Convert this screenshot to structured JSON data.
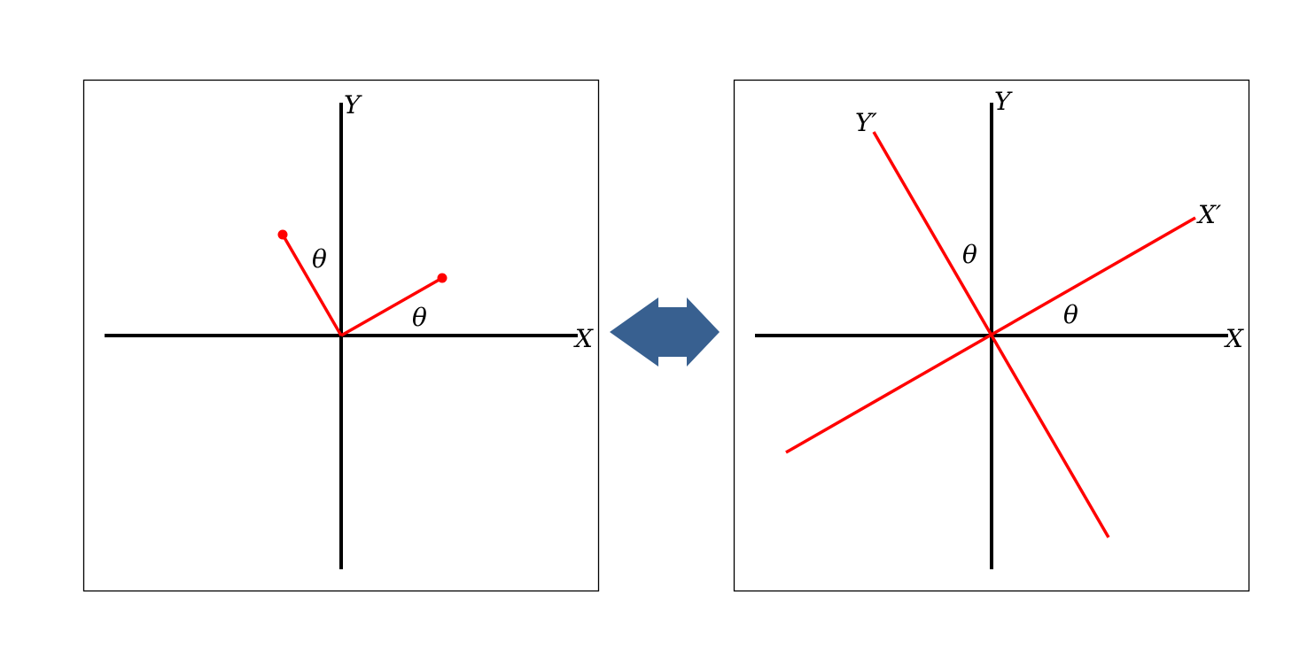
{
  "left_panel": {
    "x_axis_label": "X",
    "y_axis_label": "Y",
    "angle_label_vector_y": "θ",
    "angle_label_vector_x": "θ"
  },
  "right_panel": {
    "x_axis_label": "X",
    "y_axis_label": "Y",
    "rotated_x_label": "X′",
    "rotated_y_label": "Y′",
    "angle_label_y": "θ",
    "angle_label_x": "θ"
  },
  "colors": {
    "axis": "#000000",
    "rotated": "#ff0000",
    "arrow": "#386090",
    "frame": "#000000"
  },
  "icons": {
    "equivalence_arrow": "double-headed-arrow-icon"
  }
}
